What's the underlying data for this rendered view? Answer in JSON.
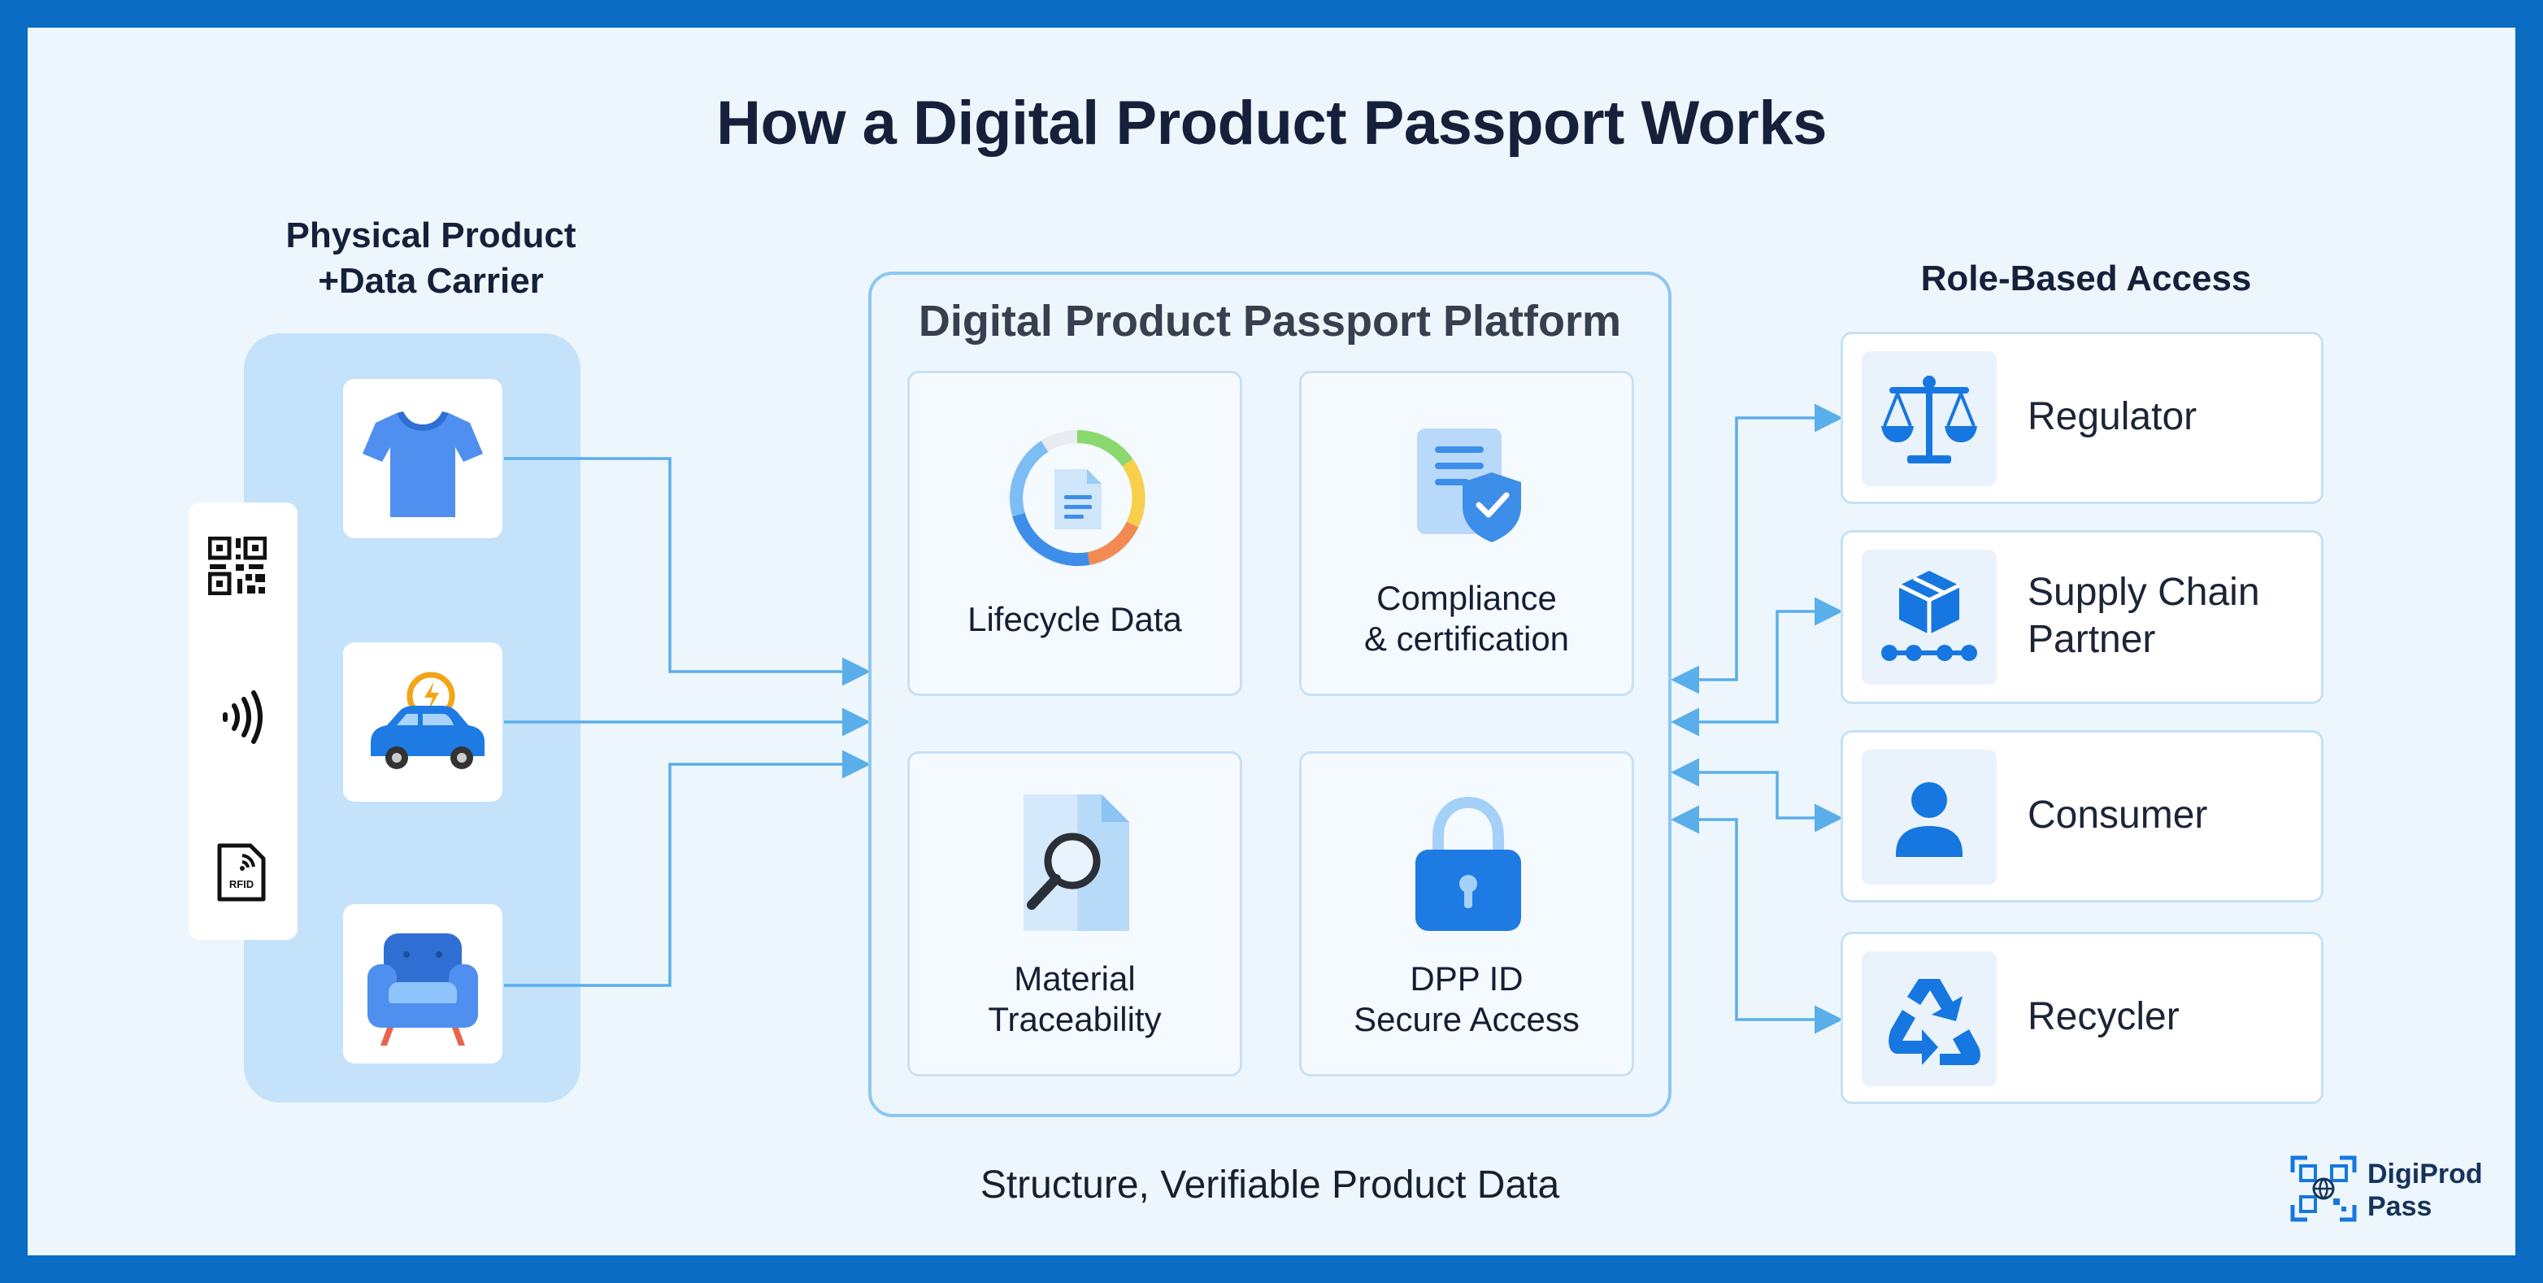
{
  "title": "How a Digital Product Passport Works",
  "physical": {
    "heading_line1": "Physical Product",
    "heading_line2": "+Data Carrier",
    "products": [
      {
        "icon": "tshirt-icon"
      },
      {
        "icon": "electric-car-icon"
      },
      {
        "icon": "armchair-icon"
      }
    ],
    "carriers": [
      {
        "icon": "qr-code-icon"
      },
      {
        "icon": "nfc-icon"
      },
      {
        "icon": "rfid-icon",
        "text": "RFID"
      }
    ]
  },
  "platform": {
    "title": "Digital Product Passport Platform",
    "cards": [
      {
        "line1": "Lifecycle Data",
        "line2": "",
        "icon": "lifecycle-icon"
      },
      {
        "line1": "Compliance",
        "line2": "& certification",
        "icon": "compliance-document-icon"
      },
      {
        "line1": "Material",
        "line2": "Traceability",
        "icon": "traceability-icon"
      },
      {
        "line1": "DPP ID",
        "line2": "Secure Access",
        "icon": "lock-icon"
      }
    ]
  },
  "roles": {
    "heading": "Role-Based Access",
    "items": [
      {
        "line1": "Regulator",
        "line2": "",
        "icon": "scales-icon"
      },
      {
        "line1": "Supply Chain",
        "line2": "Partner",
        "icon": "supply-chain-icon"
      },
      {
        "line1": "Consumer",
        "line2": "",
        "icon": "person-icon"
      },
      {
        "line1": "Recycler",
        "line2": "",
        "icon": "recycle-icon"
      }
    ]
  },
  "footer": "Structure, Verifiable Product Data",
  "logo": {
    "line1": "DigiProd",
    "line2": "Pass"
  },
  "colors": {
    "border_blue": "#0a6cc2",
    "background": "#eef6fd",
    "panel_blue": "#c4e2fa",
    "icon_blue": "#1677e0",
    "arrow_blue": "#5aaeea",
    "title_text": "#16203a"
  }
}
